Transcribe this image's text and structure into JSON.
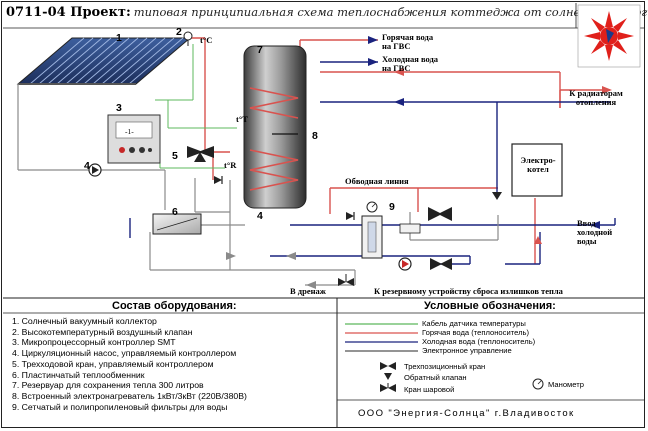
{
  "header": {
    "code": "0711-04 Проект:",
    "subtitle": "типовая принципиальная схема теплоснабжения коттеджа от солнечной энергии"
  },
  "labels": {
    "hot_gvs": "Горячая вода на ГВС",
    "cold_gvs": "Холодная вода на ГВС",
    "radiators": "К радиаторам отопления",
    "boiler": "Электро- котел",
    "bypass": "Обводная линия",
    "cold_in": "Ввод холодной воды",
    "drain": "В дренаж",
    "relief": "К резервному устройству сброса излишков тепла",
    "sensor_tc": "t°C",
    "sensor_tt": "t°T",
    "sensor_tr": "t°R",
    "controller_display": "-1-"
  },
  "numbers": [
    "1",
    "2",
    "3",
    "4",
    "5",
    "6",
    "7",
    "8",
    "9",
    "4"
  ],
  "equipment": {
    "heading": "Состав оборудования:",
    "items": [
      "1. Солнечный вакуумный коллектор",
      "2. Высокотемпературный воздушный клапан",
      "3. Микропроцессорный контроллер SMT",
      "4. Циркуляционный насос, управляемый контроллером",
      "5. Трехходовой кран, управляемый контроллером",
      "6. Пластинчатый теплообменник",
      "7. Резервуар для сохранения тепла       300 литров",
      "8. Встроенный электронагреватель 1кВт/3кВт (220В/380В)",
      "9. Сетчатый и полипропиленовый фильтры для воды"
    ]
  },
  "legend": {
    "heading": "Условные обозначения:",
    "items": [
      {
        "label": "Кабель датчика температуры",
        "color": "#5cb85c"
      },
      {
        "label": "Горячая вода (теплоноситель)",
        "color": "#d9534f"
      },
      {
        "label": "Холодная вода (теплоноситель)",
        "color": "#1a237e"
      },
      {
        "label": "Электронное управление",
        "color": "#555555"
      }
    ],
    "valve3": "Трехпозиционный кран",
    "check": "Обратный клапан",
    "ball": "Кран шаровой",
    "gauge": "Манометр"
  },
  "company": "ООО \"Энергия-Солнца\" г.Владивосток",
  "colors": {
    "hot": "#d9534f",
    "cold": "#1a237e",
    "sensor": "#5cb85c",
    "grey": "#8a8a8a"
  }
}
